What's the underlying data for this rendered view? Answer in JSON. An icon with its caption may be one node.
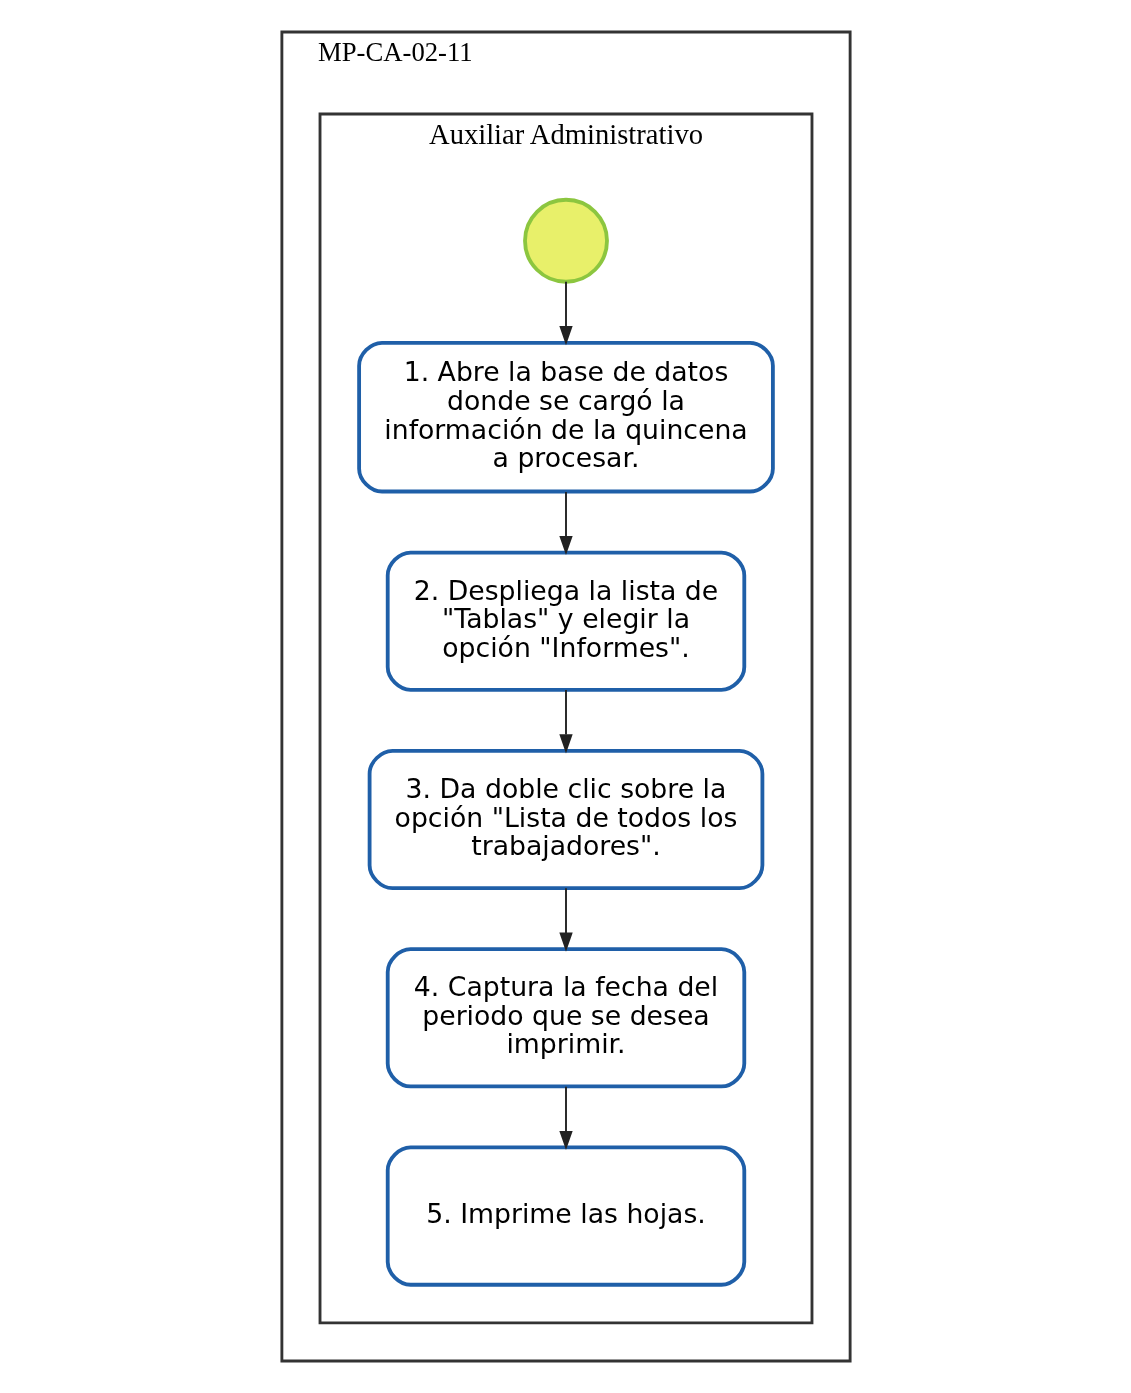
{
  "diagram": {
    "nodes": [
      {
        "text": [
          "MP-CA-02-11"
        ]
      },
      {
        "text": [
          "Auxiliar Administrativo"
        ],
        "in": 0
      },
      {
        "text": [],
        "shape": "circle",
        "in": 1
      },
      {
        "text": [
          "1. Abre la base de datos donde se cargó la información de la quincena a procesar."
        ],
        "in": 1
      },
      {
        "text": [
          "2. Despliega la lista de \"Tablas\" y elegir la opción \"Informes\"."
        ],
        "in": 1
      },
      {
        "text": [
          "3. Da doble clic sobre la opción \"Lista de todos los trabajadores\"."
        ],
        "in": 1
      },
      {
        "text": [
          "4. Captura la fecha del periodo que se desea imprimir."
        ],
        "in": 1
      },
      {
        "text": [
          "5. Imprime las hojas."
        ],
        "in": 1
      }
    ],
    "edges": [
      {
        "from": 2,
        "to": 3,
        "arrow": "to"
      },
      {
        "from": 3,
        "to": 4,
        "arrow": "to"
      },
      {
        "from": 4,
        "to": 5,
        "arrow": "to"
      },
      {
        "from": 5,
        "to": 6,
        "arrow": "to"
      },
      {
        "from": 6,
        "to": 7,
        "arrow": "to"
      }
    ]
  }
}
